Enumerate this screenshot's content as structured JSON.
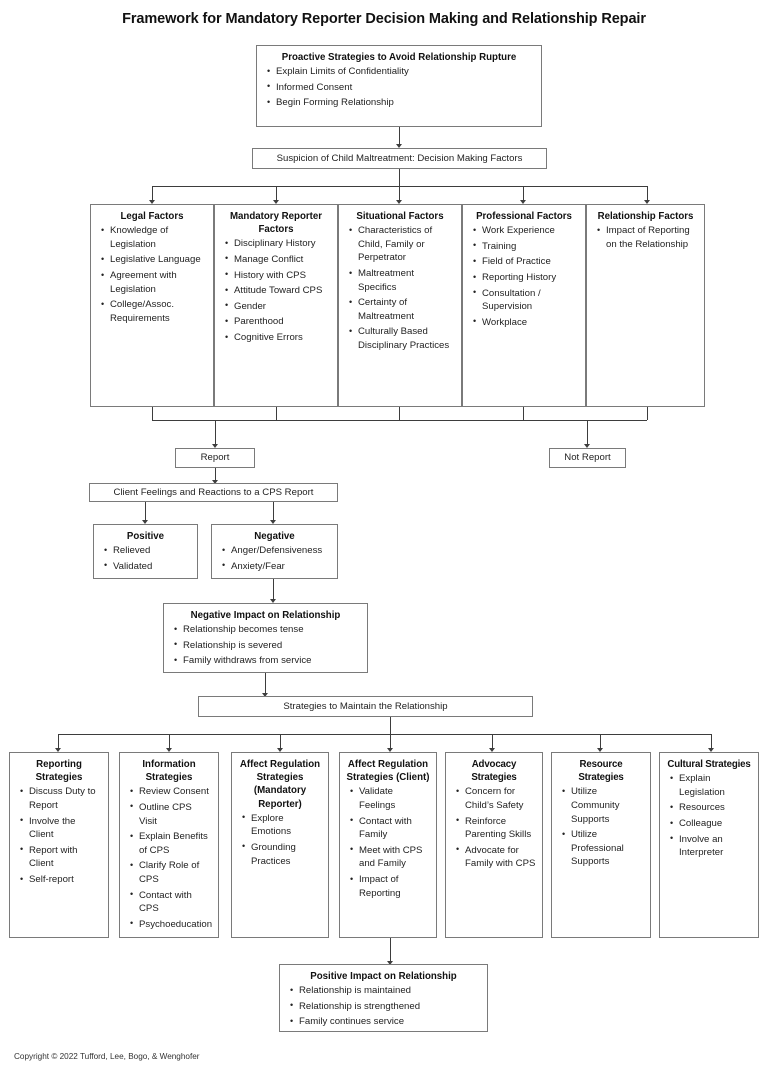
{
  "title": "Framework for Mandatory Reporter Decision Making and Relationship Repair",
  "copyright": "Copyright © 2022 Tufford, Lee, Bogo, & Wenghofer",
  "nodes": {
    "proactive": {
      "heading": "Proactive Strategies to Avoid Relationship Rupture",
      "items": [
        "Explain Limits of Confidentiality",
        "Informed Consent",
        "Begin Forming Relationship"
      ]
    },
    "suspicion": {
      "label": "Suspicion of Child Maltreatment: Decision Making Factors"
    },
    "legal_factors": {
      "heading": "Legal Factors",
      "items": [
        "Knowledge of Legislation",
        "Legislative Language",
        "Agreement with Legislation",
        "College/Assoc. Requirements"
      ]
    },
    "mandatory_reporter_factors": {
      "heading": "Mandatory Reporter Factors",
      "items": [
        "Disciplinary History",
        "Manage Conflict",
        "History with CPS",
        "Attitude Toward CPS",
        "Gender",
        "Parenthood",
        "Cognitive Errors"
      ]
    },
    "situational_factors": {
      "heading": "Situational Factors",
      "items": [
        "Characteristics of Child, Family or Perpetrator",
        "Maltreatment Specifics",
        "Certainty of Maltreatment",
        "Culturally Based Disciplinary Practices"
      ]
    },
    "professional_factors": {
      "heading": "Professional Factors",
      "items": [
        "Work Experience",
        "Training",
        "Field of Practice",
        "Reporting History",
        "Consultation / Supervision",
        "Workplace"
      ]
    },
    "relationship_factors": {
      "heading": "Relationship Factors",
      "items": [
        "Impact of Reporting on the Relationship"
      ]
    },
    "report": {
      "label": "Report"
    },
    "not_report": {
      "label": "Not Report"
    },
    "client_feelings": {
      "label": "Client Feelings and Reactions to a CPS Report"
    },
    "positive": {
      "heading": "Positive",
      "items": [
        "Relieved",
        "Validated"
      ]
    },
    "negative": {
      "heading": "Negative",
      "items": [
        "Anger/Defensiveness",
        "Anxiety/Fear"
      ]
    },
    "negative_impact": {
      "heading": "Negative Impact on Relationship",
      "items": [
        "Relationship becomes tense",
        "Relationship is severed",
        "Family withdraws from service"
      ]
    },
    "strategies_maintain": {
      "label": "Strategies to Maintain the Relationship"
    },
    "reporting_strategies": {
      "heading": "Reporting Strategies",
      "items": [
        "Discuss Duty to Report",
        "Involve the Client",
        "Report with Client",
        "Self-report"
      ]
    },
    "information_strategies": {
      "heading": "Information Strategies",
      "items": [
        "Review Consent",
        "Outline CPS Visit",
        "Explain Benefits of CPS",
        "Clarify Role of CPS",
        "Contact with CPS",
        "Psychoeducation"
      ]
    },
    "affect_regulation_mr": {
      "heading": "Affect Regulation Strategies (Mandatory Reporter)",
      "items": [
        "Explore Emotions",
        "Grounding Practices"
      ]
    },
    "affect_regulation_client": {
      "heading": "Affect Regulation Strategies (Client)",
      "items": [
        "Validate Feelings",
        "Contact with Family",
        "Meet with CPS and Family",
        "Impact of Reporting"
      ]
    },
    "advocacy_strategies": {
      "heading": "Advocacy Strategies",
      "items": [
        "Concern for Child’s Safety",
        "Reinforce Parenting Skills",
        "Advocate for Family with CPS"
      ]
    },
    "resource_strategies": {
      "heading": "Resource Strategies",
      "items": [
        "Utilize Community Supports",
        "Utilize Professional Supports"
      ]
    },
    "cultural_strategies": {
      "heading": "Cultural Strategies",
      "items": [
        "Explain Legislation",
        "Resources",
        "Colleague",
        "Involve an Interpreter"
      ]
    },
    "positive_impact": {
      "heading": "Positive Impact on Relationship",
      "items": [
        "Relationship is maintained",
        "Relationship is strengthened",
        "Family continues service"
      ]
    }
  },
  "colors": {
    "box_border": "#7a7a7a",
    "connector": "#3d3d3d",
    "text": "#1f1f1f",
    "background": "#ffffff"
  }
}
